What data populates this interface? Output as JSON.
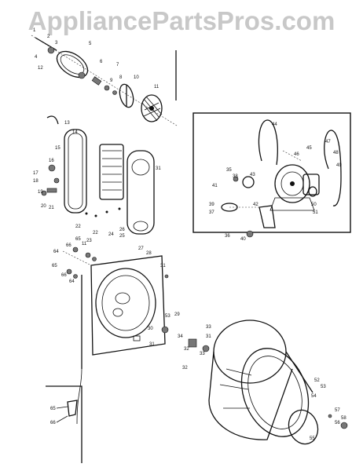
{
  "watermark": "AppliancePartsPros.com",
  "labels": {
    "blower": [
      "1",
      "2",
      "3",
      "4",
      "5",
      "6",
      "7",
      "8",
      "9",
      "10",
      "11",
      "12"
    ],
    "belt_cabinet": [
      "13",
      "14",
      "15",
      "16",
      "17",
      "18",
      "19",
      "20",
      "21",
      "22",
      "23",
      "24",
      "25",
      "26",
      "31"
    ],
    "motor_inset": [
      "35",
      "36",
      "37",
      "38",
      "39",
      "40",
      "41",
      "42",
      "43",
      "44",
      "45",
      "46",
      "47",
      "48",
      "49",
      "50",
      "51"
    ],
    "front": [
      "11",
      "27",
      "28",
      "30",
      "31",
      "53",
      "64",
      "65",
      "66"
    ],
    "drum": [
      "26",
      "29",
      "30",
      "31",
      "32",
      "33",
      "34",
      "52",
      "53",
      "54",
      "55",
      "56",
      "57",
      "58"
    ],
    "box": [
      "65",
      "66"
    ]
  }
}
